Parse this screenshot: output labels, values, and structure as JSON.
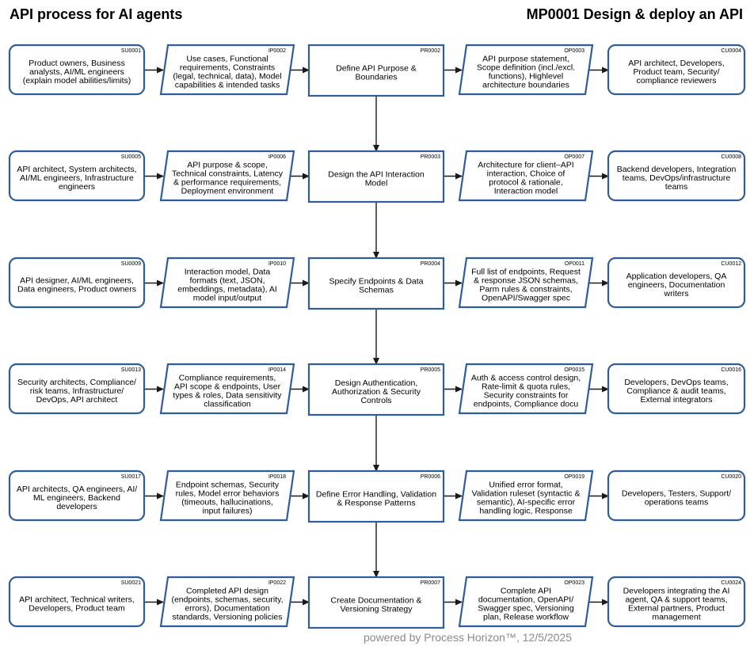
{
  "header": {
    "title_left": "API process for AI agents",
    "title_right": "MP0001 Design & deploy an API"
  },
  "footer": "powered by Process Horizon™, 12/5/2025",
  "colors": {
    "border": "#2f5d9a",
    "arrow": "#1a1a1a",
    "text": "#000000"
  },
  "rows": [
    {
      "supplier": {
        "id": "SU0001",
        "lines": [
          "Product owners, Business",
          "analysts, AI/ML engineers",
          "(explain model abilities/limits)"
        ]
      },
      "input": {
        "id": "IP0002",
        "lines": [
          "Use cases, Functional",
          "requirements, Constraints",
          "(legal, technical, data), Model",
          "capabilities & intended tasks"
        ]
      },
      "process": {
        "id": "PR0002",
        "lines": [
          "Define API Purpose &",
          "Boundaries"
        ]
      },
      "output": {
        "id": "OP0003",
        "lines": [
          "API purpose statement,",
          "Scope definition (incl./excl.",
          "functions), Highlevel",
          "architecture boundaries"
        ]
      },
      "customer": {
        "id": "CU0004",
        "lines": [
          "API architect, Developers,",
          "Product team, Security/",
          "compliance reviewers"
        ]
      }
    },
    {
      "supplier": {
        "id": "SU0005",
        "lines": [
          "API architect, System architects,",
          "AI/ML engineers, Infrastructure",
          "engineers"
        ]
      },
      "input": {
        "id": "IP0006",
        "lines": [
          "API purpose & scope,",
          "Technical constraints, Latency",
          "& performance requirements,",
          "Deployment environment"
        ]
      },
      "process": {
        "id": "PR0003",
        "lines": [
          "Design the API Interaction",
          "Model"
        ]
      },
      "output": {
        "id": "OP0007",
        "lines": [
          "Architecture for client–API",
          "interaction, Choice of",
          "protocol & rationale,",
          "Interaction model"
        ]
      },
      "customer": {
        "id": "CU0008",
        "lines": [
          "Backend developers, Integration",
          "teams, DevOps/infrastructure",
          "teams"
        ]
      }
    },
    {
      "supplier": {
        "id": "SU0009",
        "lines": [
          "API designer, AI/ML engineers,",
          "Data engineers, Product owners"
        ]
      },
      "input": {
        "id": "IP0010",
        "lines": [
          "Interaction model, Data",
          "formats (text, JSON,",
          "embeddings, metadata), AI",
          "model input/output"
        ]
      },
      "process": {
        "id": "PR0004",
        "lines": [
          "Specify Endpoints & Data",
          "Schemas"
        ]
      },
      "output": {
        "id": "OP0011",
        "lines": [
          "Full list of endpoints, Request",
          "& response JSON schemas,",
          "Parm rules & constraints,",
          "OpenAPI/Swagger spec"
        ]
      },
      "customer": {
        "id": "CU0012",
        "lines": [
          "Application developers, QA",
          "engineers, Documentation",
          "writers"
        ]
      }
    },
    {
      "supplier": {
        "id": "SU0013",
        "lines": [
          "Security architects, Compliance/",
          "risk teams, Infrastructure/",
          "DevOps, API architect"
        ]
      },
      "input": {
        "id": "IP0014",
        "lines": [
          "Compliance requirements,",
          "API scope & endpoints, User",
          "types & roles, Data sensitivity",
          "classification"
        ]
      },
      "process": {
        "id": "PR0005",
        "lines": [
          "Design Authentication,",
          "Authorization & Security",
          "Controls"
        ]
      },
      "output": {
        "id": "OP0015",
        "lines": [
          "Auth & access control design,",
          "Rate-limit & quota rules,",
          "Security constraints for",
          "endpoints, Compliance docu"
        ]
      },
      "customer": {
        "id": "CU0016",
        "lines": [
          "Developers, DevOps teams,",
          "Compliance & audit teams,",
          "External integrators"
        ]
      }
    },
    {
      "supplier": {
        "id": "SU0017",
        "lines": [
          "API architects, QA engineers, AI/",
          "ML engineers, Backend",
          "developers"
        ]
      },
      "input": {
        "id": "IP0018",
        "lines": [
          "Endpoint schemas, Security",
          "rules, Model error behaviors",
          "(timeouts, hallucinations,",
          "input failures)"
        ]
      },
      "process": {
        "id": "PR0006",
        "lines": [
          "Define Error Handling, Validation",
          "& Response Patterns"
        ]
      },
      "output": {
        "id": "OP0019",
        "lines": [
          "Unified error format,",
          "Validation ruleset (syntactic &",
          "semantic), AI-specific error",
          "handling logic, Response"
        ]
      },
      "customer": {
        "id": "CU0020",
        "lines": [
          "Developers, Testers, Support/",
          "operations teams"
        ]
      }
    },
    {
      "supplier": {
        "id": "SU0021",
        "lines": [
          "API architect, Technical writers,",
          "Developers, Product team"
        ]
      },
      "input": {
        "id": "IP0022",
        "lines": [
          "Completed API design",
          "(endpoints, schemas, security,",
          "errors), Documentation",
          "standards, Versioning policies"
        ]
      },
      "process": {
        "id": "PR0007",
        "lines": [
          "Create Documentation &",
          "Versioning Strategy"
        ]
      },
      "output": {
        "id": "OP0023",
        "lines": [
          "Complete API",
          "documentation, OpenAPI/",
          "Swagger spec, Versioning",
          "plan, Release workflow"
        ]
      },
      "customer": {
        "id": "CU0024",
        "lines": [
          "Developers integrating the AI",
          "agent, QA & support teams,",
          "External partners, Product",
          "management"
        ]
      }
    }
  ]
}
